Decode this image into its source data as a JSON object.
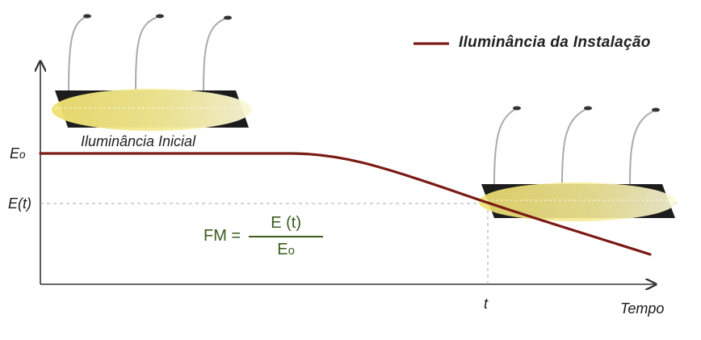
{
  "legend": {
    "label": "Iluminância da Instalação",
    "line_color": "#7a1a14"
  },
  "labels": {
    "initial_illuminance": "Iluminância Inicial",
    "eo_main": "E",
    "eo_sub": "o",
    "et": "E(t)",
    "t": "t",
    "time_axis": "Tempo"
  },
  "formula": {
    "lhs": "FM =",
    "numerator": "E (t)",
    "denominator_main": "E",
    "denominator_sub": "o",
    "color": "#3b5c1e"
  },
  "colors": {
    "curve": "#7a1a14",
    "axis": "#333333",
    "guide": "#aaaaaa",
    "light_pool": "#f2e27a",
    "luminaire": "#222222"
  }
}
